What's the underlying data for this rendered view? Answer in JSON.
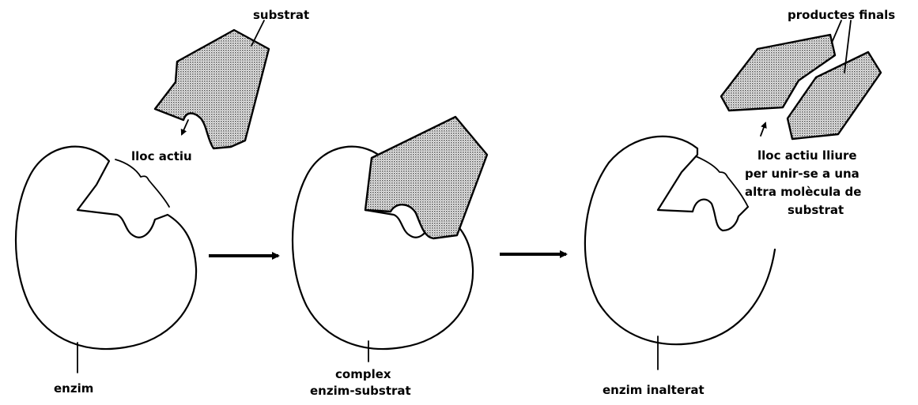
{
  "labels": {
    "substrate": "substrat",
    "active_site": "lloc actiu",
    "enzyme": "enzim",
    "complex_line1": "complex",
    "complex_line2": "enzim-substrat",
    "unaltered_enzyme": "enzim inalterat",
    "end_products": "productes finals",
    "free_site_line1": "lloc actiu lliure",
    "free_site_line2": "per unir-se a una",
    "free_site_line3": "altra molècula de",
    "free_site_line4": "substrat"
  },
  "colors": {
    "ink": "#000000",
    "substrate_fill": "#bdbdbd"
  }
}
